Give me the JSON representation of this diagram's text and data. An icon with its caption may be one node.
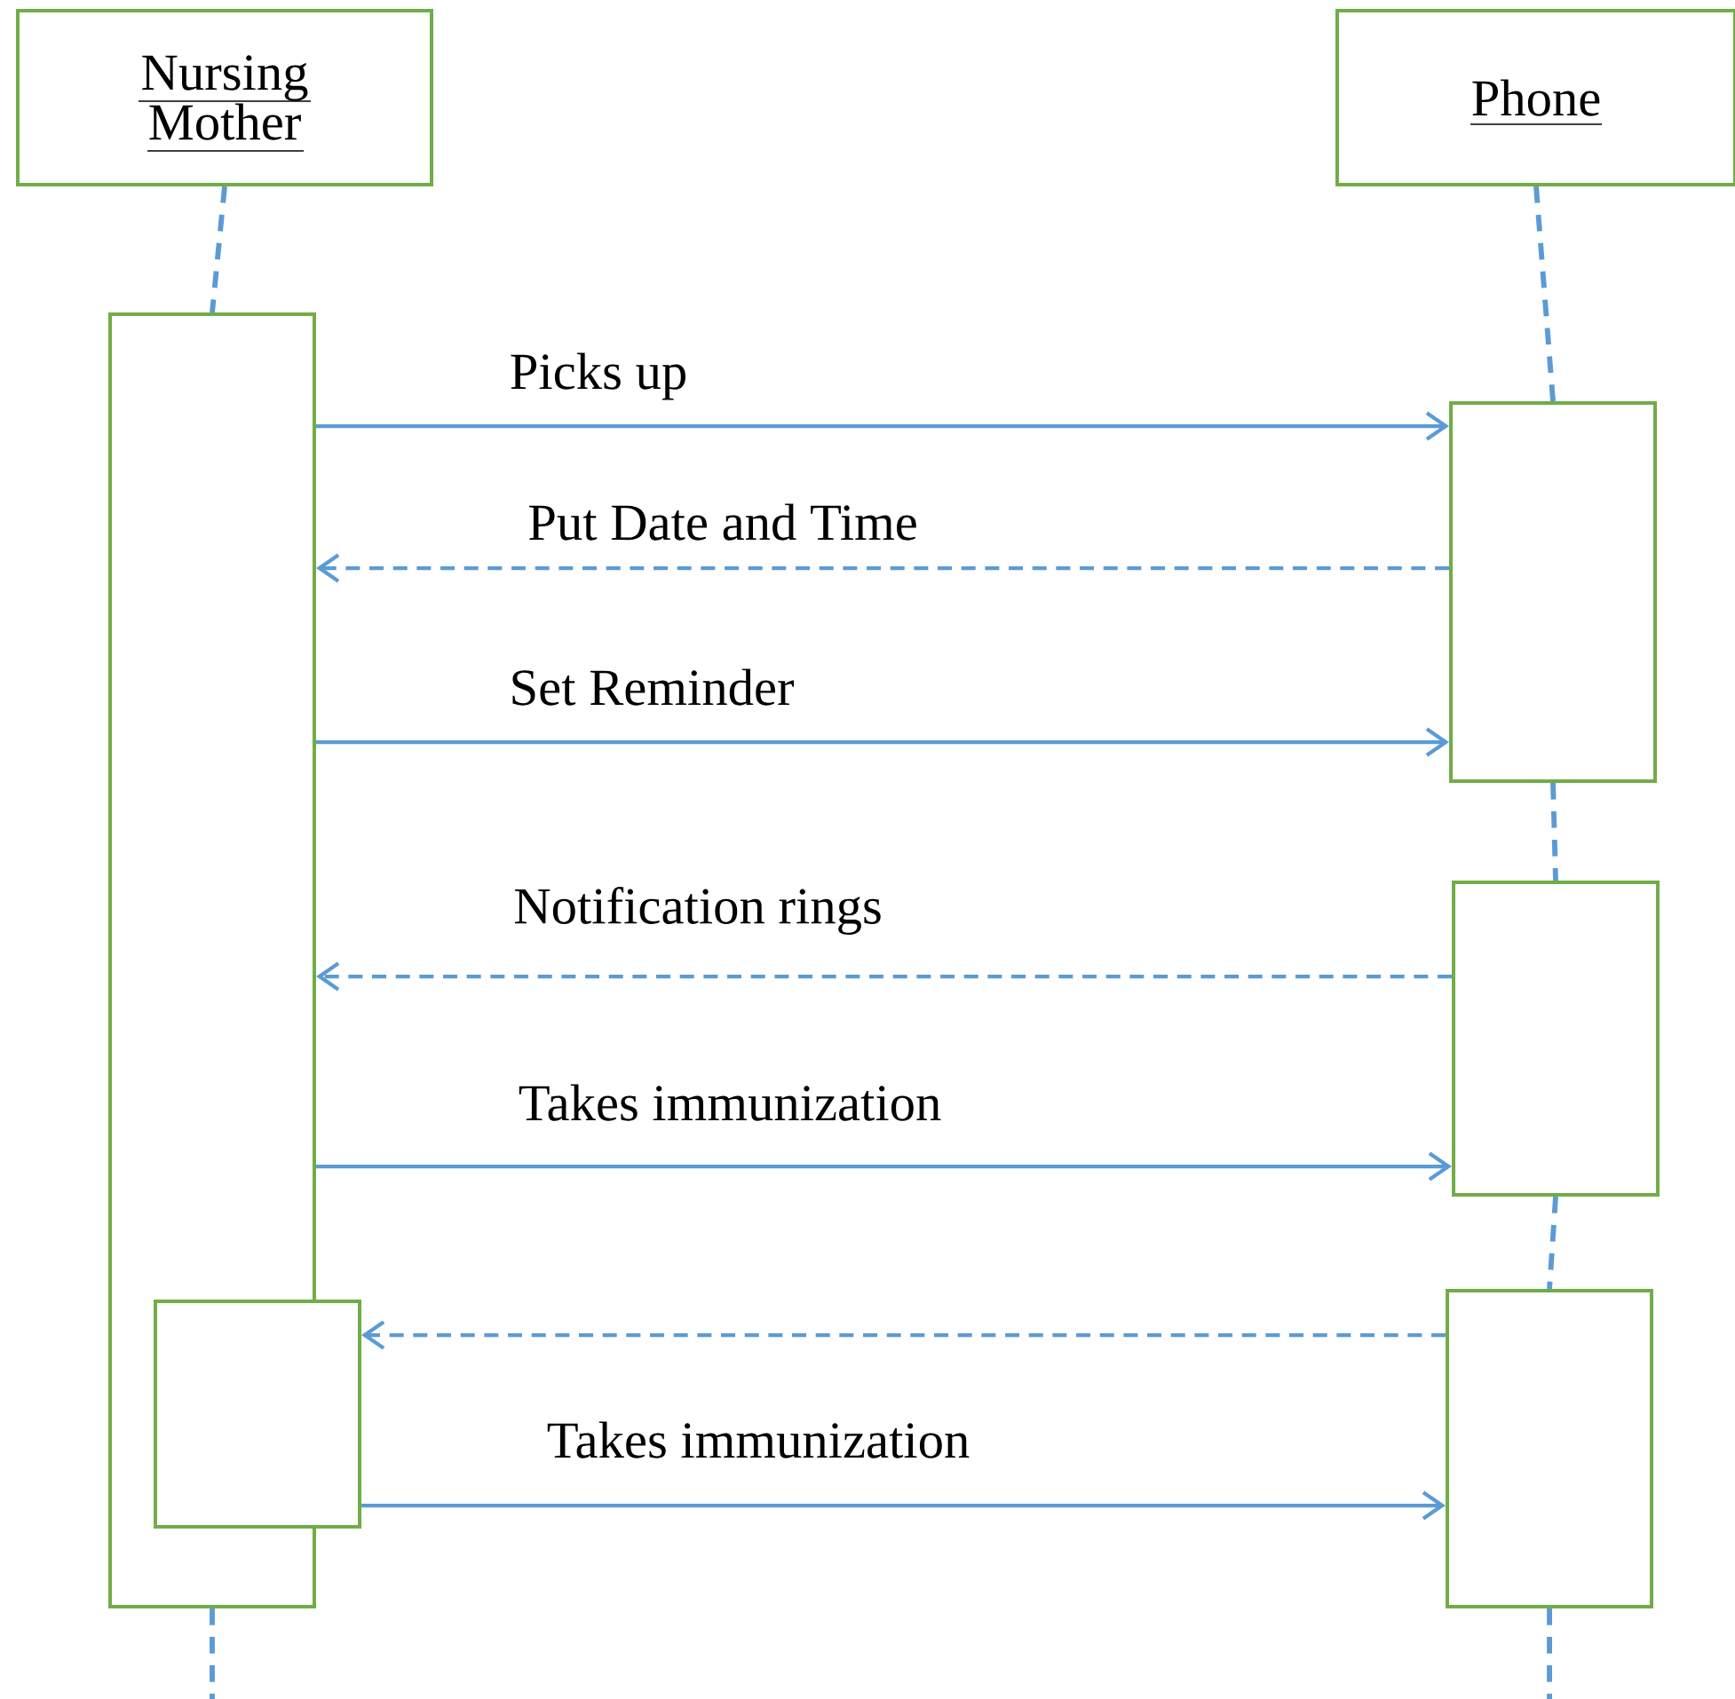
{
  "diagram": {
    "nodes": [
      {
        "text": [
          "Nursing Mother"
        ]
      },
      {
        "text": [
          "Phone"
        ]
      },
      {
        "text": [],
        "shape": "box"
      },
      {
        "text": [],
        "shape": "box"
      },
      {
        "text": [],
        "shape": "box"
      },
      {
        "text": [],
        "shape": "box"
      },
      {
        "text": [],
        "shape": "box"
      }
    ],
    "edges": [
      {
        "from": 2,
        "to": 3,
        "arrow": "to",
        "label": "Picks up"
      },
      {
        "from": 3,
        "to": 2,
        "arrow": "to",
        "label": "Put Date and Time",
        "style": "dashed"
      },
      {
        "from": 2,
        "to": 3,
        "arrow": "to",
        "label": "Set Reminder"
      },
      {
        "from": 4,
        "to": 2,
        "arrow": "to",
        "label": "Notification rings",
        "style": "dashed"
      },
      {
        "from": 2,
        "to": 4,
        "arrow": "to",
        "label": "Takes immunization"
      },
      {
        "from": 5,
        "to": 6,
        "arrow": "to",
        "style": "dashed"
      },
      {
        "from": 6,
        "to": 5,
        "arrow": "to",
        "label": "Takes immunization"
      },
      {
        "from": 0,
        "to": 2,
        "arrow": "none",
        "style": "dashed"
      },
      {
        "from": 2,
        "to": null,
        "arrow": "none",
        "style": "dashed"
      },
      {
        "from": 1,
        "to": 3,
        "arrow": "none",
        "style": "dashed"
      },
      {
        "from": 3,
        "to": 4,
        "arrow": "none",
        "style": "dashed"
      },
      {
        "from": 4,
        "to": 5,
        "arrow": "none",
        "style": "dashed"
      },
      {
        "from": 5,
        "to": null,
        "arrow": "none",
        "style": "dashed"
      }
    ]
  }
}
